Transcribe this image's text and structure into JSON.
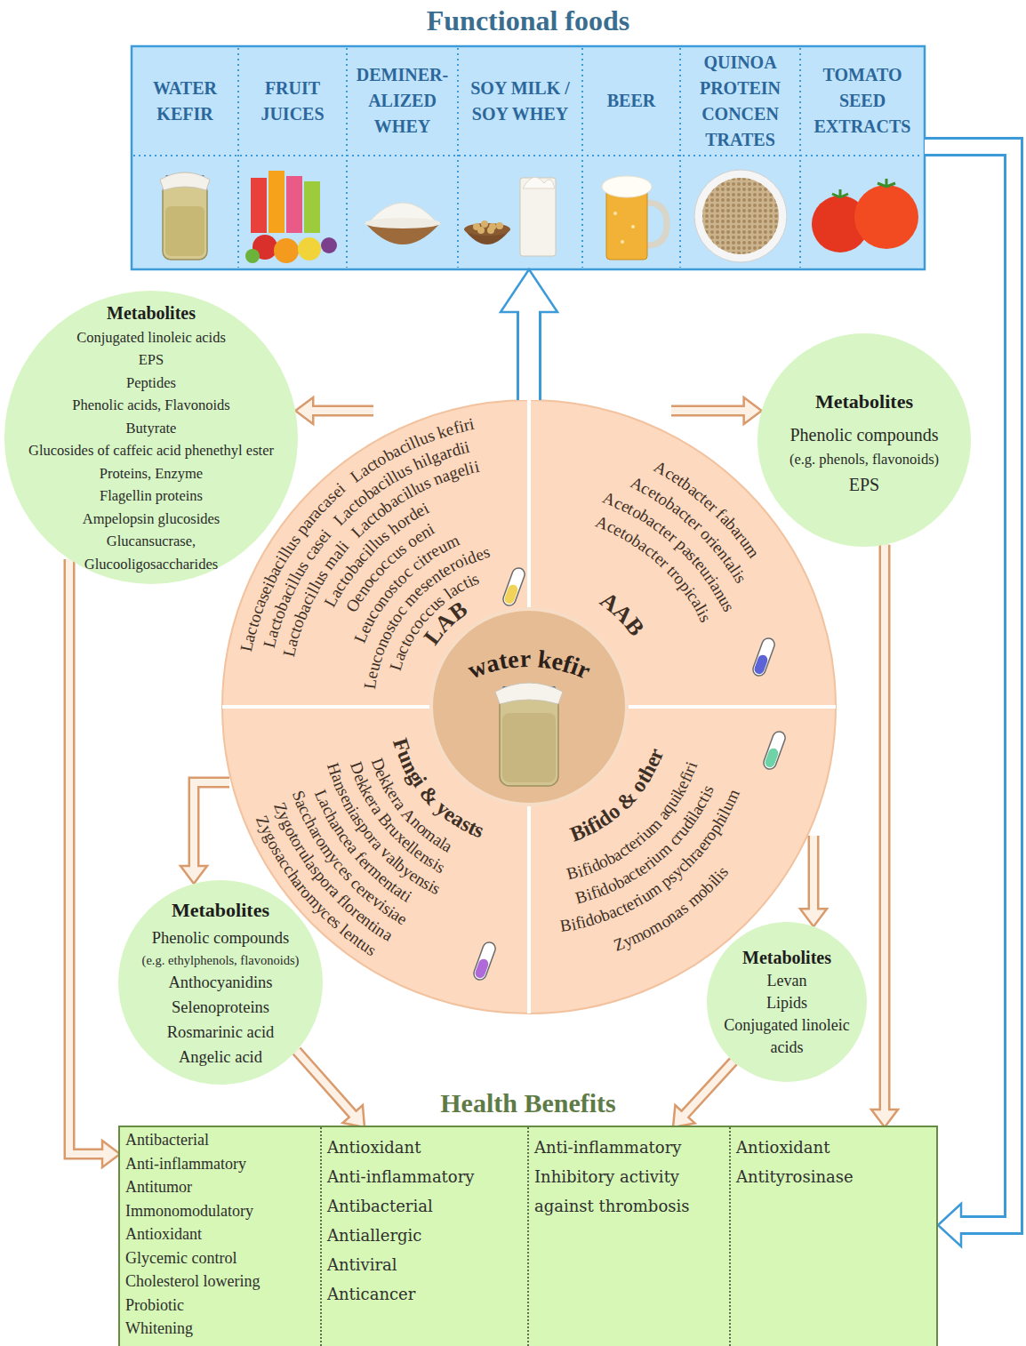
{
  "diagram": {
    "nodes": [
      {
        "text": [
          "Functional foods"
        ]
      },
      {
        "text": [
          "WATER KEFIR"
        ],
        "in": 0
      },
      {
        "text": [
          "FRUIT JUICES"
        ],
        "in": 0
      },
      {
        "text": [
          "DEMINER- ALIZED WHEY"
        ],
        "in": 0
      },
      {
        "text": [
          "SOY MILK / SOY WHEY"
        ],
        "in": 0
      },
      {
        "text": [
          "BEER"
        ],
        "in": 0
      },
      {
        "text": [
          "QUINOA PROTEIN CONCEN TRATES"
        ],
        "in": 0
      },
      {
        "text": [
          "TOMATO SEED EXTRACTS"
        ],
        "in": 0
      },
      {
        "text": [
          "Metabolites",
          "Conjugated linoleic acids",
          "EPS",
          "Peptides",
          "Phenolic acids, Flavonoids",
          "Butyrate",
          "Glucosides of caffeic acid phenethyl ester",
          "Proteins, Enzyme",
          "Flagellin proteins",
          "Ampelopsin glucosides",
          "Glucansucrase,",
          "Glucooligosaccharides"
        ]
      },
      {
        "text": [
          "Metabolites",
          "Phenolic compounds",
          "(e.g. phenols, flavonoids)",
          "EPS"
        ]
      },
      {
        "text": [
          "LAB",
          "Lactocaseibacillus paracasei",
          "Lactobacillus kefiri",
          "Lactobacillus casei",
          "Lactobacillus hilgardii",
          "Lactobacillus mali",
          "Lactobacillus nagelii",
          "Lactobacillus hordei",
          "Oenococcus oeni",
          "Leuconostoc citreum",
          "Leuconostoc mesenteroides",
          "Lactococcus lactis"
        ]
      },
      {
        "text": [
          "AAB",
          "Acetbacter fabarum",
          "Acetobacter orientalis",
          "Acetobacter pasteurianus",
          "Acetobacter tropicalis"
        ]
      },
      {
        "text": [
          "Fungi & yeasts",
          "Dekkera Anomala",
          "Dekkera Bruxellensis",
          "Hanseniaspora valbyensis",
          "Lachancea fermentati",
          "Saccharomyces cerevisiae",
          "Zygotorulaspora florentina",
          "Zygosaccharomyces lentus"
        ]
      },
      {
        "text": [
          "Bifido & other",
          "Bifidobacterium aquikefiri",
          "Bifidobacterium crudilactis",
          "Bifidobacterium psychraerophilum",
          "Zymomonas mobilis"
        ]
      },
      {
        "text": [
          "water kefir"
        ]
      },
      {
        "text": [
          "Metabolites",
          "Phenolic compounds",
          "(e.g. ethylphenols, flavonoids)",
          "Anthocyanidins",
          "Selenoproteins",
          "Rosmarinic acid",
          "Angelic acid"
        ]
      },
      {
        "text": [
          "Metabolites",
          "Levan",
          "Lipids",
          "Conjugated linoleic acids"
        ]
      },
      {
        "text": [
          "Health Benefits"
        ]
      },
      {
        "text": [
          "Antibacterial",
          "Anti-inflammatory",
          "Antitumor",
          "Immonomodulatory",
          "Antioxidant",
          "Glycemic control",
          "Cholesterol lowering",
          "Probiotic",
          "Whitening"
        ],
        "in": 17
      },
      {
        "text": [
          "Antioxidant",
          "Anti-inflammatory",
          "Antibacterial",
          "Antiallergic",
          "Antiviral",
          "Anticancer"
        ],
        "in": 17
      },
      {
        "text": [
          "Anti-inflammatory",
          "Inhibitory activity against thrombosis"
        ],
        "in": 17
      },
      {
        "text": [
          "Antioxidant",
          "Antityrosinase"
        ],
        "in": 17
      }
    ],
    "edges": [
      {
        "from": 10,
        "to": 8,
        "arrow": "to"
      },
      {
        "from": 11,
        "to": 9,
        "arrow": "to"
      },
      {
        "from": 12,
        "to": 15,
        "arrow": "to"
      },
      {
        "from": 13,
        "to": 16,
        "arrow": "to"
      },
      {
        "from": 14,
        "to": 0,
        "arrow": "to"
      },
      {
        "from": 0,
        "to": 17,
        "arrow": "to"
      },
      {
        "from": 8,
        "to": 18,
        "arrow": "to"
      },
      {
        "from": 15,
        "to": 19,
        "arrow": "to"
      },
      {
        "from": 16,
        "to": 20,
        "arrow": "to"
      },
      {
        "from": 9,
        "to": 21,
        "arrow": "to"
      }
    ]
  }
}
